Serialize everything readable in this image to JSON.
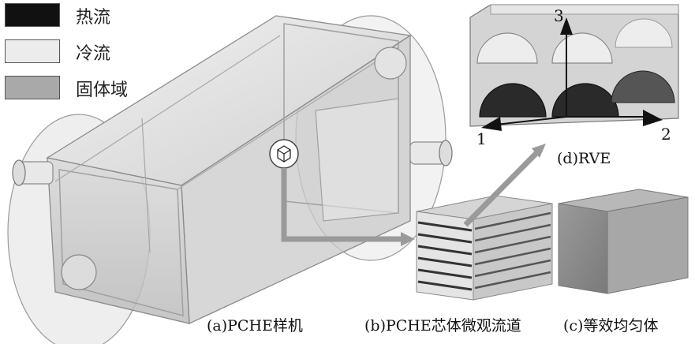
{
  "legend": {
    "items": [
      {
        "label": "热流",
        "color": "#111111"
      },
      {
        "label": "冷流",
        "color": "#ececec"
      },
      {
        "label": "固体域",
        "color": "#a9a9a9"
      }
    ]
  },
  "captions": {
    "a": "(a)PCHE样机",
    "b": "(b)PCHE芯体微观流道",
    "c": "(c)等效均匀体",
    "d": "(d)RVE"
  },
  "axes": {
    "one": "1",
    "two": "2",
    "three": "3"
  }
}
